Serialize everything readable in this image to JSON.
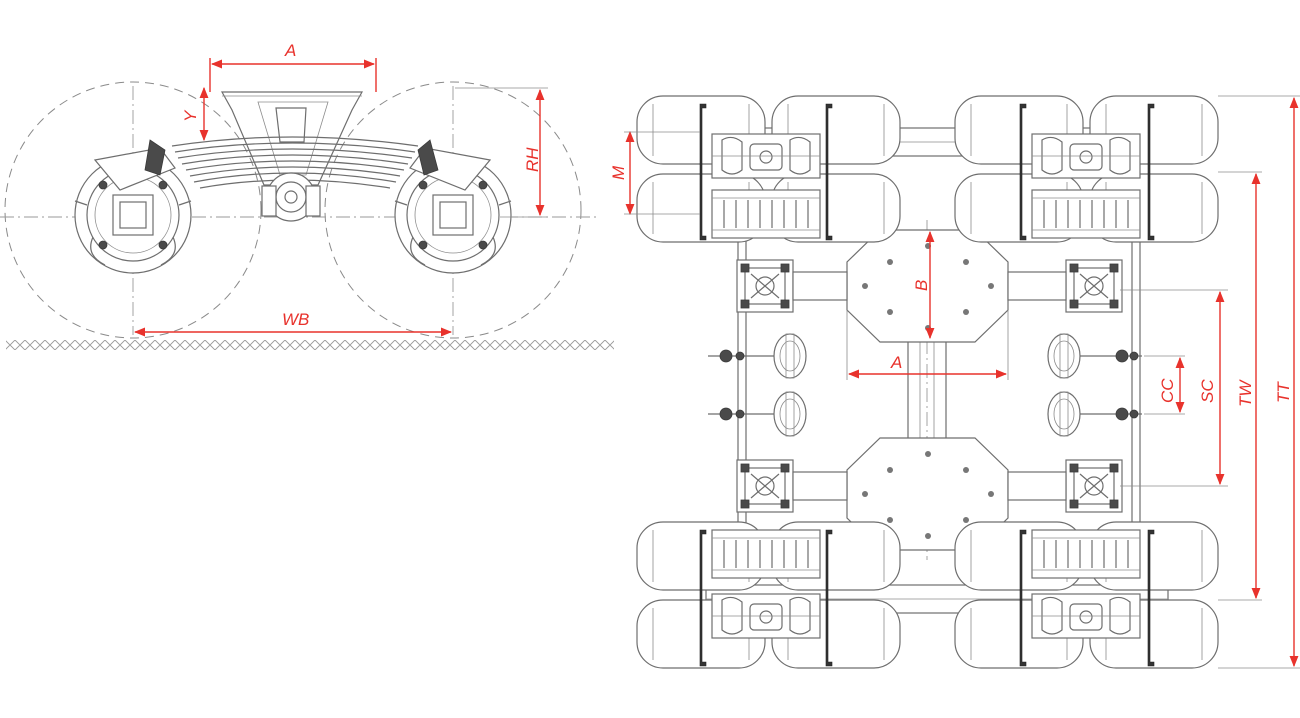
{
  "side_view": {
    "labels": {
      "a": "A",
      "y": "Y",
      "rh": "RH",
      "wb": "WB"
    }
  },
  "top_view": {
    "labels": {
      "m": "M",
      "b": "B",
      "a": "A",
      "cc": "CC",
      "sc": "SC",
      "tw": "TW",
      "tt": "TT"
    }
  },
  "colors": {
    "dimension": "#e8322c",
    "drawing_line": "#6e6e6e",
    "background": "#ffffff"
  }
}
